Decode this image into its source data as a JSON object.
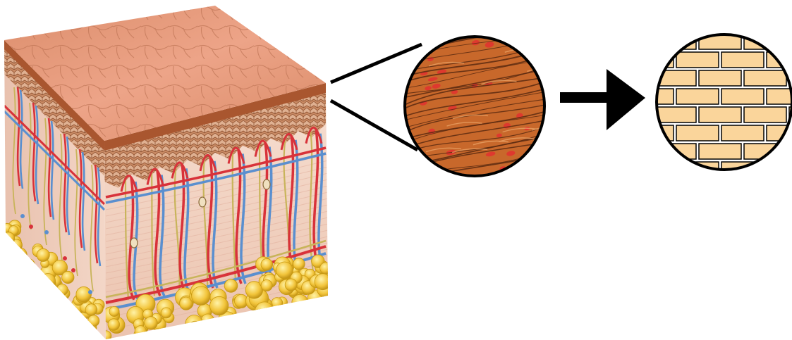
{
  "diagram": {
    "panels": [
      {
        "name": "skin-block",
        "depicts": "skin-cross-section"
      },
      {
        "name": "magnified-tissue-circle",
        "depicts": "dermis-fibers-closeup"
      },
      {
        "name": "brick-wall-circle",
        "depicts": "brick-wall-analogy"
      }
    ],
    "connector": "zoom-lines",
    "arrow": "right-arrow-icon"
  },
  "colors": {
    "skin_top": "#e59a78",
    "skin_top_dark": "#c8714d",
    "epidermis_band": "#b8603a",
    "dermis": "#f2d4c4",
    "dermis_lines": "#e2b3a0",
    "fat": "#f1c232",
    "fat_dark": "#c99a12",
    "artery": "#d8323a",
    "vein": "#5a8fcf",
    "nerve": "#c8b45a",
    "tissue_bg": "#c96a2a",
    "tissue_fiber": "#5a2a10",
    "tissue_cell": "#e2312f",
    "brick_fill": "#fad59b",
    "brick_mortar": "#ffffff",
    "outline": "#000000"
  }
}
